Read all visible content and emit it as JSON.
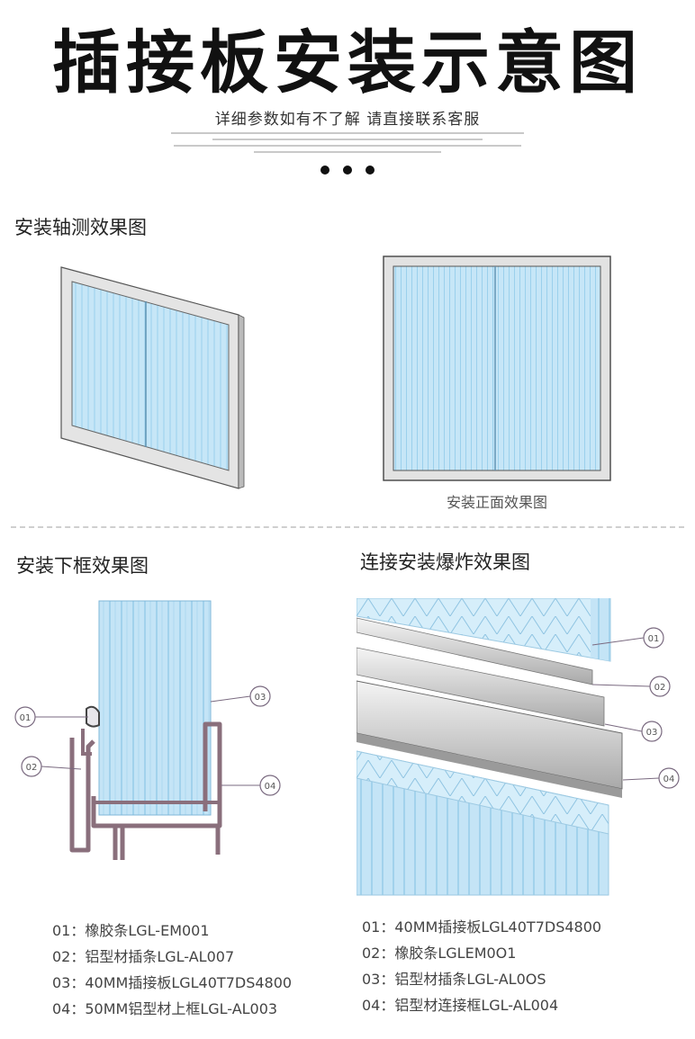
{
  "header": {
    "title": "插接板安装示意图",
    "subtitle": "详细参数如有不了解 请直接联系客服"
  },
  "sections": {
    "isometric": {
      "title": "安装轴测效果图"
    },
    "front": {
      "caption": "安装正面效果图"
    },
    "bottom_frame": {
      "title": "安装下框效果图"
    },
    "exploded": {
      "title": "连接安装爆炸效果图"
    }
  },
  "callouts": {
    "left": [
      "01",
      "02",
      "03",
      "04"
    ],
    "right": [
      "01",
      "02",
      "03",
      "04"
    ]
  },
  "legend_left": [
    "01：橡胶条LGL-EM001",
    "02：铝型材插条LGL-AL007",
    "03：40MM插接板LGL40T7DS4800",
    "04：50MM铝型材上框LGL-AL003"
  ],
  "legend_right": [
    "01：40MM插接板LGL40T7DS4800",
    "02：橡胶条LGLEM0O1",
    "03：铝型材插条LGL-AL0OS",
    "04：铝型材连接框LGL-AL004"
  ],
  "colors": {
    "panel_blue": "#bfe3f6",
    "panel_line": "#8cc6e6",
    "frame_gray": "#dcdcdc",
    "profile_outline": "#8a6f7c",
    "callout_purple": "#7a6a80"
  }
}
